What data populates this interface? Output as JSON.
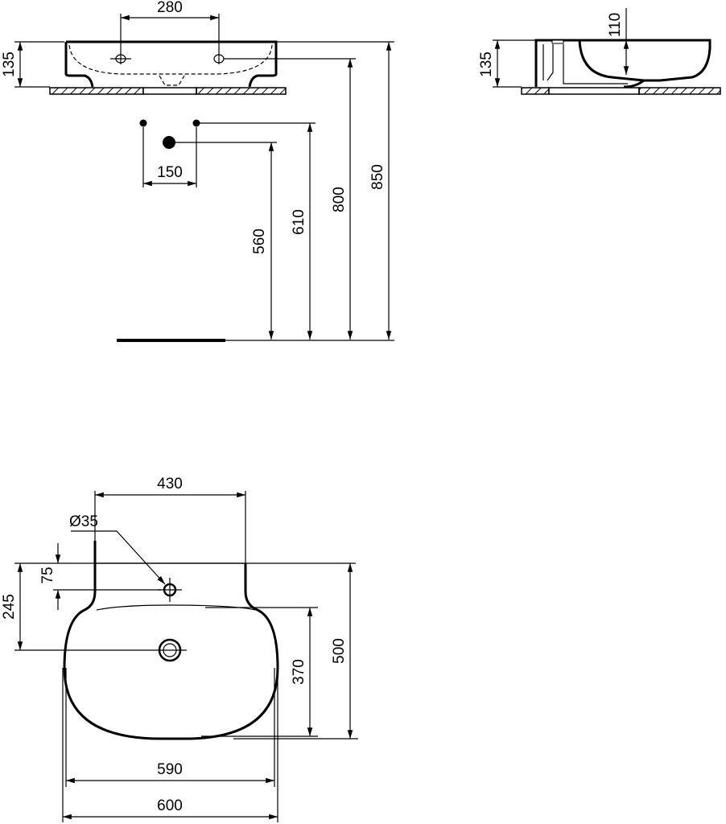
{
  "front_view": {
    "tap_spacing": "280",
    "basin_height": "135",
    "inlet_spacing": "150",
    "inlet_height_low": "560",
    "inlet_height_high": "610",
    "counter_height": "800",
    "rim_height": "850"
  },
  "side_view": {
    "bowl_depth": "110",
    "basin_height": "135"
  },
  "plan_view": {
    "back_width": "430",
    "hole_diameter": "Ø35",
    "hole_offset": "75",
    "drain_offset": "245",
    "bowl_depth": "370",
    "overall_depth": "500",
    "bowl_width": "590",
    "overall_width": "600"
  }
}
